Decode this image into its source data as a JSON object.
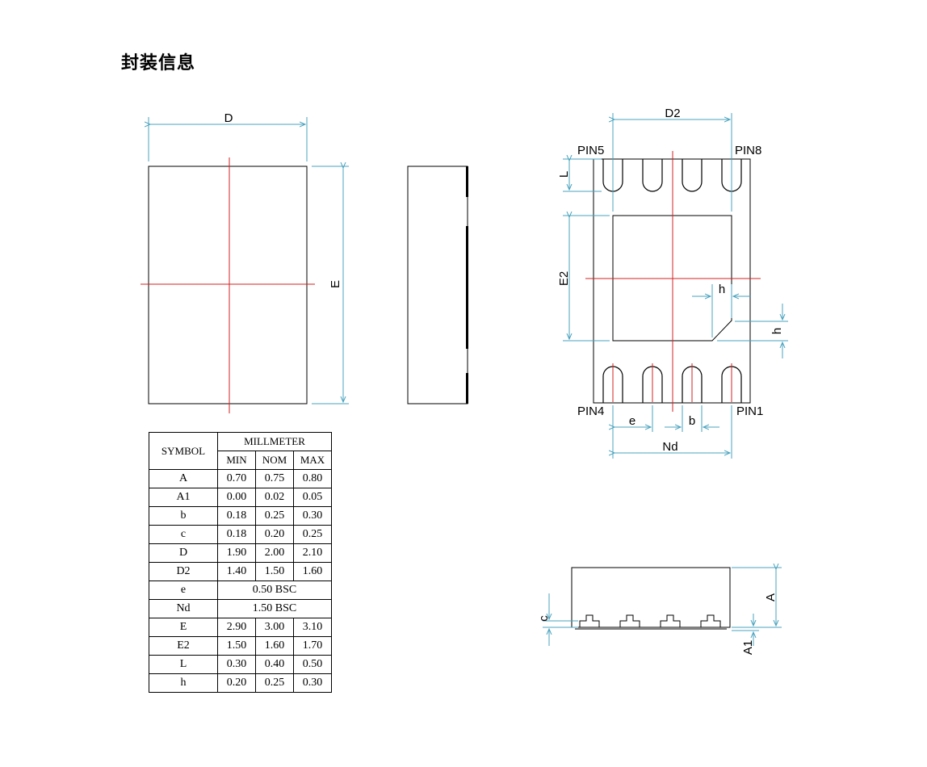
{
  "title": "封装信息",
  "colors": {
    "centerline": "#d42020",
    "dimension": "#4aa3bf",
    "outline": "#000000"
  },
  "labels": {
    "D": "D",
    "E": "E",
    "D2": "D2",
    "E2": "E2",
    "L": "L",
    "h_top": "h",
    "h_side": "h",
    "pin5": "PIN5",
    "pin8": "PIN8",
    "pin4": "PIN4",
    "pin1": "PIN1",
    "e": "e",
    "b": "b",
    "Nd": "Nd",
    "A": "A",
    "A1": "A1",
    "c": "c"
  },
  "table": {
    "symbol_header": "SYMBOL",
    "unit_header": "MILLMETER",
    "col_headers": [
      "MIN",
      "NOM",
      "MAX"
    ],
    "rows": [
      {
        "symbol": "A",
        "min": "0.70",
        "nom": "0.75",
        "max": "0.80"
      },
      {
        "symbol": "A1",
        "min": "0.00",
        "nom": "0.02",
        "max": "0.05"
      },
      {
        "symbol": "b",
        "min": "0.18",
        "nom": "0.25",
        "max": "0.30"
      },
      {
        "symbol": "c",
        "min": "0.18",
        "nom": "0.20",
        "max": "0.25"
      },
      {
        "symbol": "D",
        "min": "1.90",
        "nom": "2.00",
        "max": "2.10"
      },
      {
        "symbol": "D2",
        "min": "1.40",
        "nom": "1.50",
        "max": "1.60"
      },
      {
        "symbol": "e",
        "span": "0.50 BSC"
      },
      {
        "symbol": "Nd",
        "span": "1.50 BSC"
      },
      {
        "symbol": "E",
        "min": "2.90",
        "nom": "3.00",
        "max": "3.10"
      },
      {
        "symbol": "E2",
        "min": "1.50",
        "nom": "1.60",
        "max": "1.70"
      },
      {
        "symbol": "L",
        "min": "0.30",
        "nom": "0.40",
        "max": "0.50"
      },
      {
        "symbol": "h",
        "min": "0.20",
        "nom": "0.25",
        "max": "0.30"
      }
    ]
  }
}
